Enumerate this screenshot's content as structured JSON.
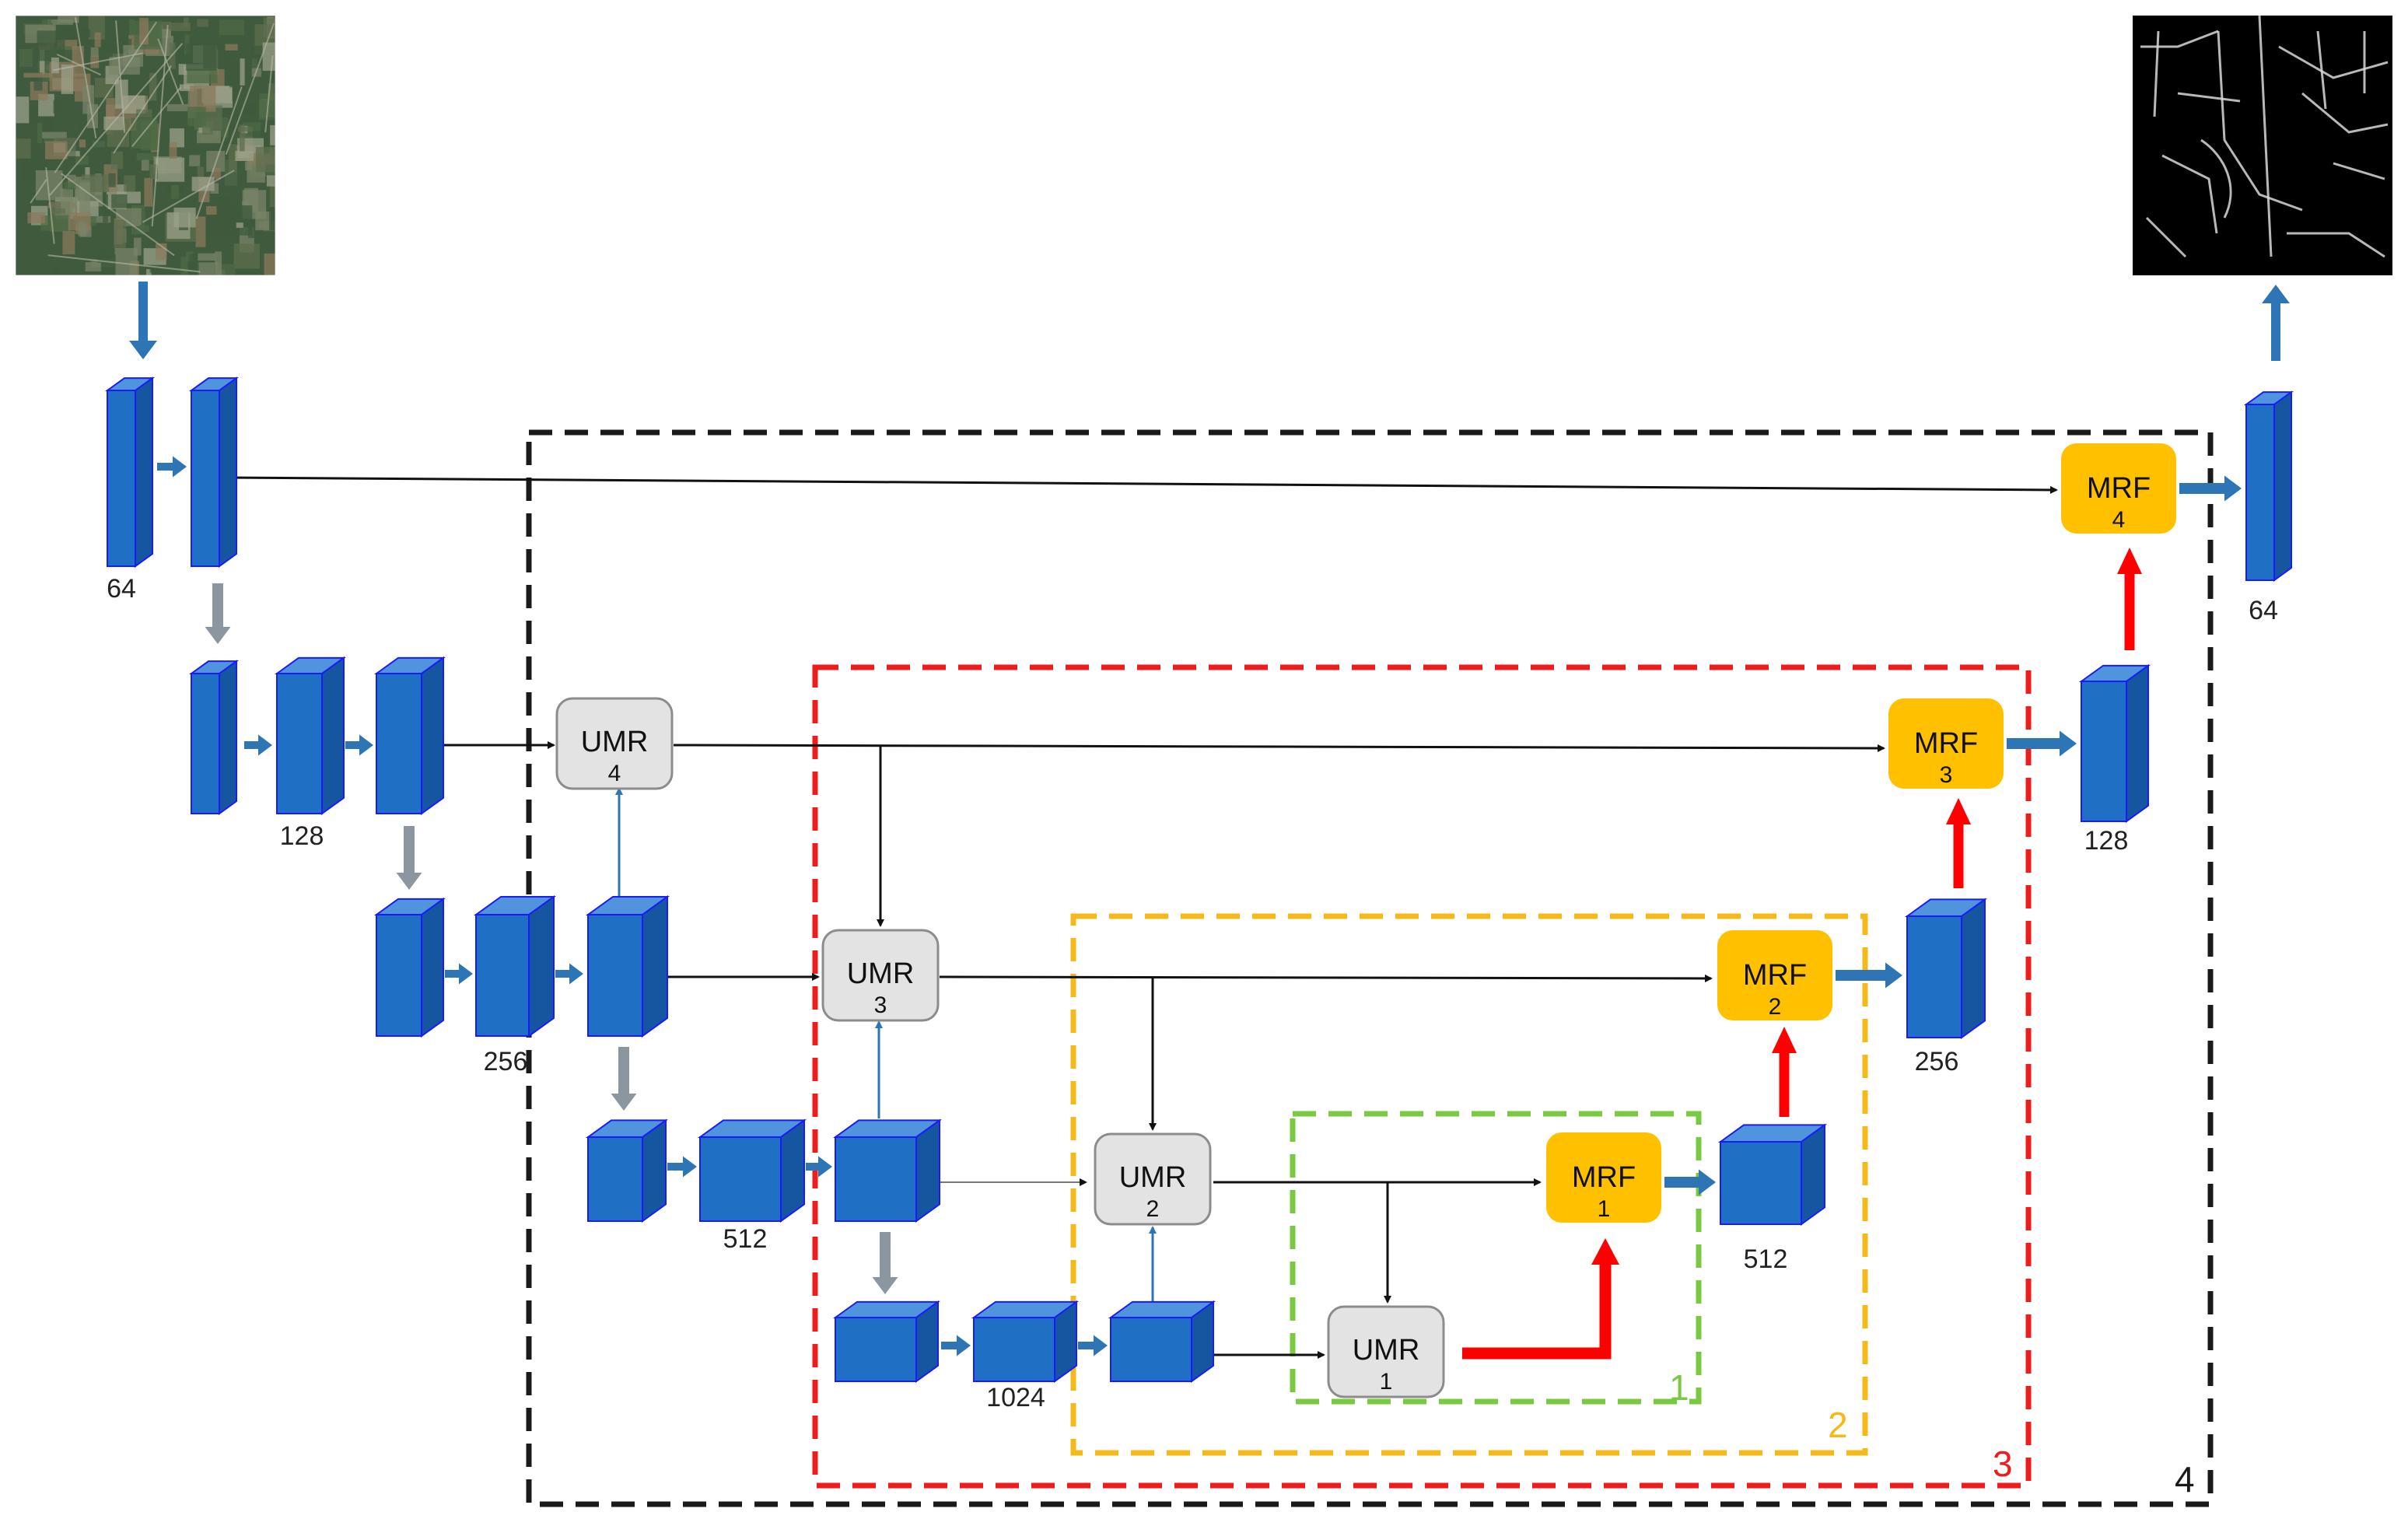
{
  "images": {
    "input": {
      "name": "satellite-input-image",
      "colors": [
        "#3f5a3c",
        "#5d6f4e",
        "#7a8468",
        "#8b7a5c",
        "#4e6a45",
        "#9aa088"
      ]
    },
    "output": {
      "name": "road-segmentation-output",
      "background": "#000000",
      "stroke": "#d8d8d8"
    }
  },
  "channel_labels": [
    "64",
    "128",
    "256",
    "512",
    "1024",
    "512",
    "256",
    "128",
    "64"
  ],
  "umr_modules": [
    {
      "name": "UMR",
      "index": "4"
    },
    {
      "name": "UMR",
      "index": "3"
    },
    {
      "name": "UMR",
      "index": "2"
    },
    {
      "name": "UMR",
      "index": "1"
    }
  ],
  "mrf_modules": [
    {
      "name": "MRF",
      "index": "4"
    },
    {
      "name": "MRF",
      "index": "3"
    },
    {
      "name": "MRF",
      "index": "2"
    },
    {
      "name": "MRF",
      "index": "1"
    }
  ],
  "region_labels": [
    "1",
    "2",
    "3",
    "4"
  ],
  "colors": {
    "block_front": "#1f6fc4",
    "block_top": "#4f94dc",
    "block_side": "#1656a0",
    "block_outline": "#1a1aff",
    "arrow_blue": "#2e75b6",
    "arrow_gray": "#8c96a0",
    "arrow_red": "#ff0000",
    "umr_fill": "#e3e3e3",
    "umr_stroke": "#8c8c8c",
    "mrf_fill": "#ffc000",
    "region_1": "#7ac943",
    "region_2": "#f6b91a",
    "region_3": "#ee1c1c",
    "region_4": "#1a1a1a"
  }
}
